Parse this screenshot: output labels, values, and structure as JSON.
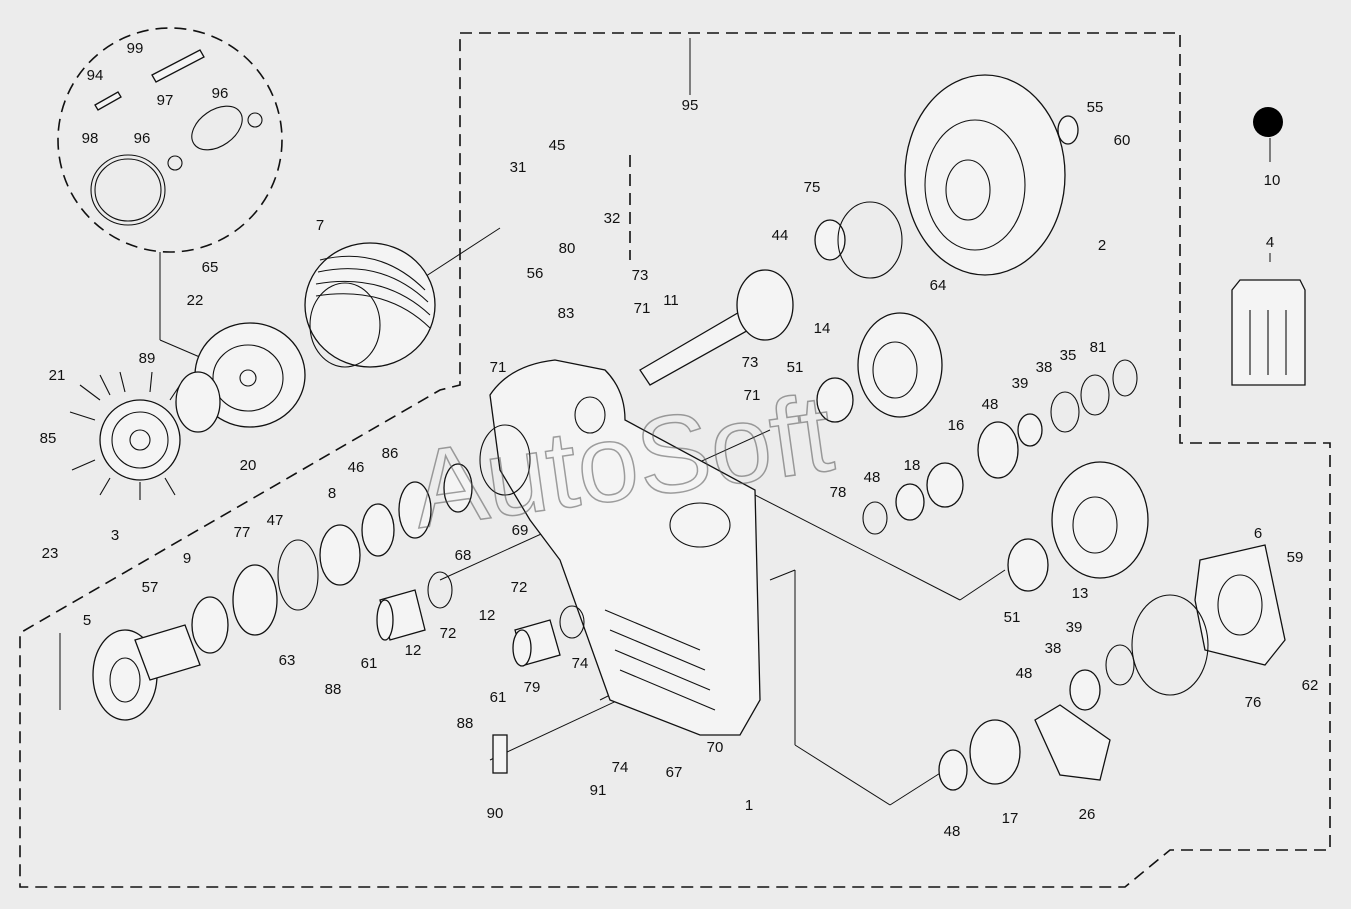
{
  "watermark": "AutoSoft",
  "colors": {
    "background": "#ececec",
    "ink": "#111111",
    "marker": "#000000"
  },
  "labels": [
    "99",
    "94",
    "97",
    "96",
    "98",
    "96",
    "45",
    "31",
    "32",
    "80",
    "56",
    "7",
    "65",
    "22",
    "89",
    "21",
    "85",
    "23",
    "3",
    "20",
    "95",
    "55",
    "60",
    "75",
    "2",
    "10",
    "4",
    "44",
    "64",
    "73",
    "71",
    "83",
    "71",
    "11",
    "14",
    "73",
    "71",
    "51",
    "81",
    "35",
    "38",
    "39",
    "48",
    "16",
    "18",
    "48",
    "78",
    "86",
    "46",
    "8",
    "69",
    "68",
    "47",
    "77",
    "9",
    "57",
    "5",
    "63",
    "88",
    "61",
    "12",
    "72",
    "72",
    "12",
    "74",
    "79",
    "61",
    "88",
    "90",
    "91",
    "74",
    "67",
    "70",
    "1",
    "13",
    "6",
    "59",
    "62",
    "51",
    "39",
    "38",
    "48",
    "76",
    "26",
    "17",
    "48"
  ]
}
